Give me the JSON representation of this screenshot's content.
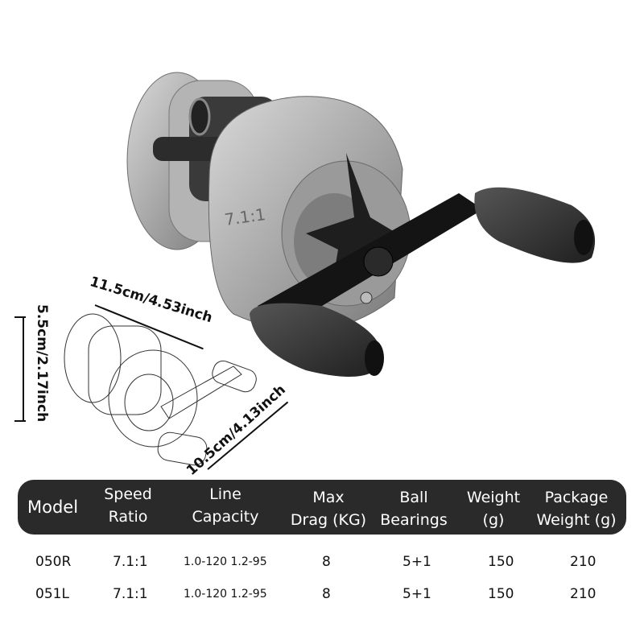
{
  "product": {
    "image_desc": "baitcasting fishing reel, silver body, black handle and knobs",
    "reel_side_label": "7.1:1",
    "colors": {
      "body": "#a8a8a8",
      "handle": "#1c1c1c",
      "knob": "#3a3a3a",
      "header_bg": "#2a2a2a"
    }
  },
  "dimensions": {
    "width": "11.5cm/4.53inch",
    "height": "5.5cm/2.17inch",
    "depth": "10.5cm/4.13inch"
  },
  "spec_table": {
    "headers": [
      [
        "Model"
      ],
      [
        "Speed",
        "Ratio"
      ],
      [
        "Line",
        "Capacity"
      ],
      [
        "Max",
        "Drag (KG)"
      ],
      [
        "Ball",
        "Bearings"
      ],
      [
        "Weight",
        "(g)"
      ],
      [
        "Package",
        "Weight (g)"
      ]
    ],
    "rows": [
      {
        "model": "050R",
        "speed_ratio": "7.1:1",
        "line_capacity": "1.0-120 1.2-95",
        "max_drag": "8",
        "ball_bearings": "5+1",
        "weight": "150",
        "package_weight": "210"
      },
      {
        "model": "051L",
        "speed_ratio": "7.1:1",
        "line_capacity": "1.0-120 1.2-95",
        "max_drag": "8",
        "ball_bearings": "5+1",
        "weight": "150",
        "package_weight": "210"
      }
    ]
  }
}
